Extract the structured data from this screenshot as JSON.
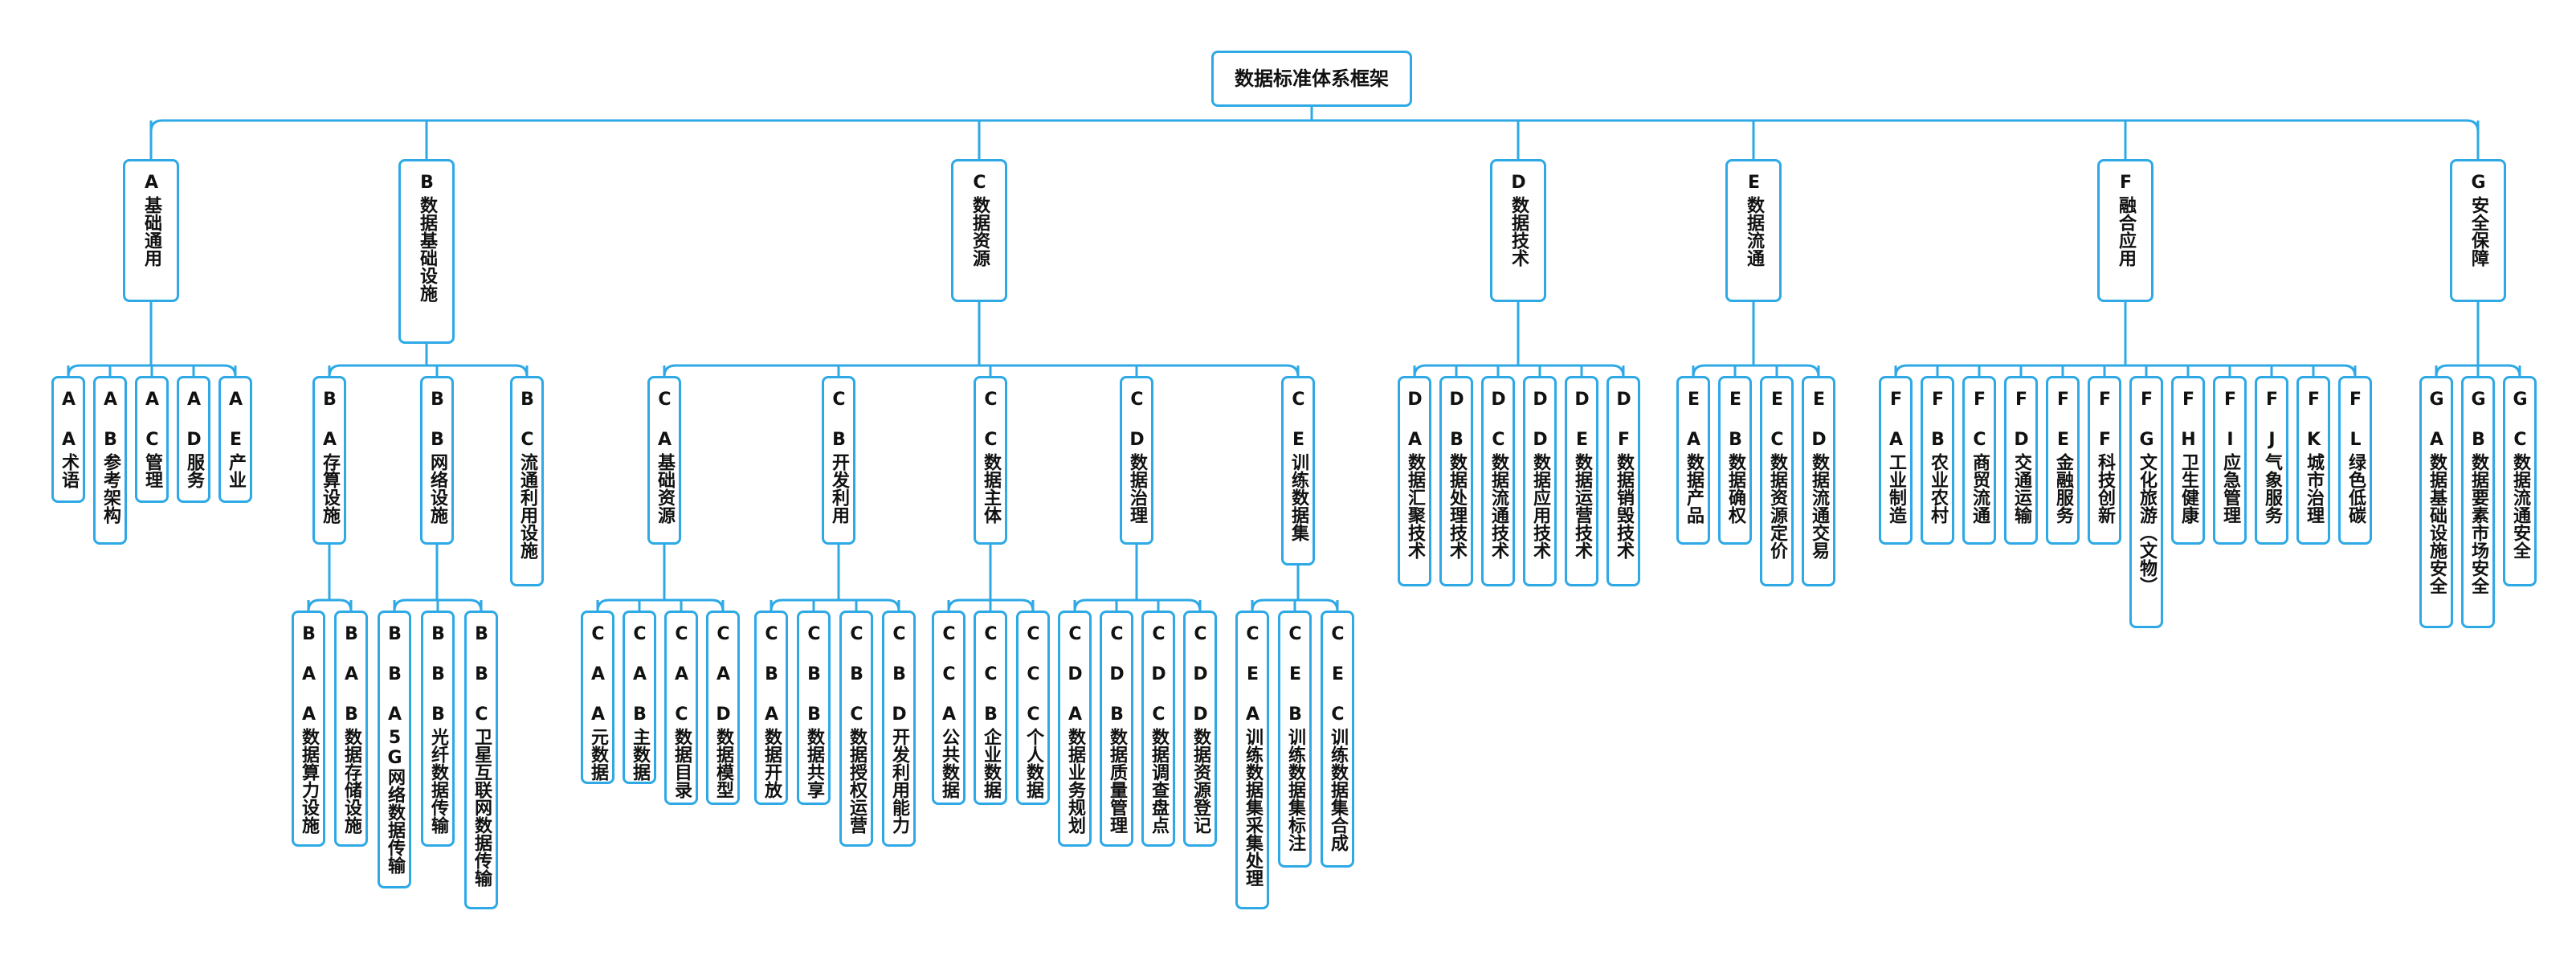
{
  "root": {
    "code": "",
    "label": "数据标准体系框架",
    "children": [
      {
        "code": "A",
        "label": "基础通用",
        "children": [
          {
            "code": "AA",
            "label": "术语"
          },
          {
            "code": "AB",
            "label": "参考架构"
          },
          {
            "code": "AC",
            "label": "管理"
          },
          {
            "code": "AD",
            "label": "服务"
          },
          {
            "code": "AE",
            "label": "产业"
          }
        ]
      },
      {
        "code": "B",
        "label": "数据基础设施",
        "children": [
          {
            "code": "BA",
            "label": "存算设施",
            "children": [
              {
                "code": "BAA",
                "label": "数据算力设施"
              },
              {
                "code": "BAB",
                "label": "数据存储设施"
              }
            ]
          },
          {
            "code": "BB",
            "label": "网络设施",
            "children": [
              {
                "code": "BBA",
                "label": "5G网络数据传输"
              },
              {
                "code": "BBB",
                "label": "光纤数据传输"
              },
              {
                "code": "BBC",
                "label": "卫星互联网数据传输"
              }
            ]
          },
          {
            "code": "BC",
            "label": "流通利用设施"
          }
        ]
      },
      {
        "code": "C",
        "label": "数据资源",
        "children": [
          {
            "code": "CA",
            "label": "基础资源",
            "children": [
              {
                "code": "CAA",
                "label": "元数据"
              },
              {
                "code": "CAB",
                "label": "主数据"
              },
              {
                "code": "CAC",
                "label": "数据目录"
              },
              {
                "code": "CAD",
                "label": "数据模型"
              }
            ]
          },
          {
            "code": "CB",
            "label": "开发利用",
            "children": [
              {
                "code": "CBA",
                "label": "数据开放"
              },
              {
                "code": "CBB",
                "label": "数据共享"
              },
              {
                "code": "CBC",
                "label": "数据授权运营"
              },
              {
                "code": "CBD",
                "label": "开发利用能力"
              }
            ]
          },
          {
            "code": "CC",
            "label": "数据主体",
            "children": [
              {
                "code": "CCA",
                "label": "公共数据"
              },
              {
                "code": "CCB",
                "label": "企业数据"
              },
              {
                "code": "CCC",
                "label": "个人数据"
              }
            ]
          },
          {
            "code": "CD",
            "label": "数据治理",
            "children": [
              {
                "code": "CDA",
                "label": "数据业务规划"
              },
              {
                "code": "CDB",
                "label": "数据质量管理"
              },
              {
                "code": "CDC",
                "label": "数据调查盘点"
              },
              {
                "code": "CDD",
                "label": "数据资源登记"
              }
            ]
          },
          {
            "code": "CE",
            "label": "训练数据集",
            "children": [
              {
                "code": "CEA",
                "label": "训练数据集采集处理"
              },
              {
                "code": "CEB",
                "label": "训练数据集标注"
              },
              {
                "code": "CEC",
                "label": "训练数据集合成"
              }
            ]
          }
        ]
      },
      {
        "code": "D",
        "label": "数据技术",
        "children": [
          {
            "code": "DA",
            "label": "数据汇聚技术"
          },
          {
            "code": "DB",
            "label": "数据处理技术"
          },
          {
            "code": "DC",
            "label": "数据流通技术"
          },
          {
            "code": "DD",
            "label": "数据应用技术"
          },
          {
            "code": "DE",
            "label": "数据运营技术"
          },
          {
            "code": "DF",
            "label": "数据销毁技术"
          }
        ]
      },
      {
        "code": "E",
        "label": "数据流通",
        "children": [
          {
            "code": "EA",
            "label": "数据产品"
          },
          {
            "code": "EB",
            "label": "数据确权"
          },
          {
            "code": "EC",
            "label": "数据资源定价"
          },
          {
            "code": "ED",
            "label": "数据流通交易"
          }
        ]
      },
      {
        "code": "F",
        "label": "融合应用",
        "children": [
          {
            "code": "FA",
            "label": "工业制造"
          },
          {
            "code": "FB",
            "label": "农业农村"
          },
          {
            "code": "FC",
            "label": "商贸流通"
          },
          {
            "code": "FD",
            "label": "交通运输"
          },
          {
            "code": "FE",
            "label": "金融服务"
          },
          {
            "code": "FF",
            "label": "科技创新"
          },
          {
            "code": "FG",
            "label": "文化旅游（文物）"
          },
          {
            "code": "FH",
            "label": "卫生健康"
          },
          {
            "code": "FI",
            "label": "应急管理"
          },
          {
            "code": "FJ",
            "label": "气象服务"
          },
          {
            "code": "FK",
            "label": "城市治理"
          },
          {
            "code": "FL",
            "label": "绿色低碳"
          }
        ]
      },
      {
        "code": "G",
        "label": "安全保障",
        "children": [
          {
            "code": "GA",
            "label": "数据基础设施安全"
          },
          {
            "code": "GB",
            "label": "数据要素市场安全"
          },
          {
            "code": "GC",
            "label": "数据流通安全"
          }
        ]
      }
    ]
  },
  "colors": {
    "line": "#2ea9e6",
    "border": "#2ea9e6",
    "text": "#111111",
    "background": "#ffffff"
  }
}
